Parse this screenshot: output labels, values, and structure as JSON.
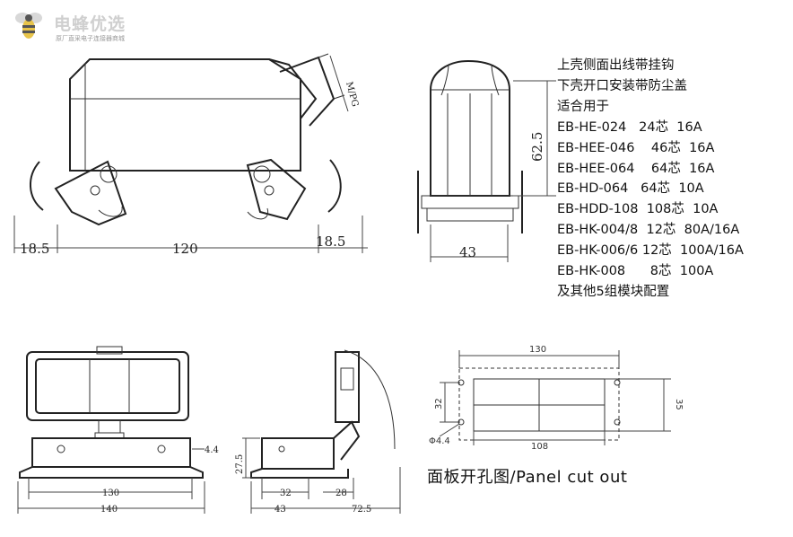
{
  "logo": {
    "name": "电蜂优选",
    "subtitle": "原厂直采电子连接器商城"
  },
  "spec_lines": [
    "上壳侧面出线带挂钩",
    "下壳开口安装带防尘盖",
    "适合用于",
    "EB-HE-024   24芯  16A",
    "EB-HEE-046    46芯  16A",
    "EB-HEE-064    64芯  16A",
    "EB-HD-064   64芯  10A",
    "EB-HDD-108  108芯  10A",
    "EB-HK-004/8  12芯  80A/16A",
    "EB-HK-006/6 12芯  100A/16A",
    "EB-HK-008      8芯  100A",
    "及其他5组模块配置"
  ],
  "dims": {
    "front_left": "18.5",
    "front_width": "120",
    "front_right": "18.5",
    "cable": "M/PG",
    "side_height": "62.5",
    "side_width": "43",
    "base_hole": "4.4",
    "base_inner": "130",
    "base_outer": "140",
    "right_height": "27.5",
    "right_a": "32",
    "right_b": "28",
    "right_c": "43",
    "right_d": "72.5",
    "panel_width": "130",
    "panel_inner": "108",
    "panel_left_h": "32",
    "panel_right_h": "35",
    "panel_hole": "Φ4.4"
  },
  "panel_caption": "面板开孔图/Panel cut out"
}
